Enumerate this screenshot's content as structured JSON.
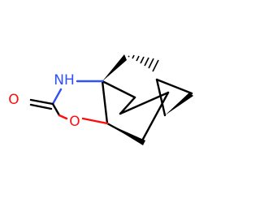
{
  "molecule": {
    "atoms": {
      "nh": {
        "text": "NH",
        "color": "#3050f8"
      },
      "o_ring": {
        "text": "O",
        "color": "#ff0d0d"
      },
      "o_carbonyl": {
        "text": "O",
        "color": "#ff0d0d"
      }
    },
    "colors": {
      "bond": "#000000",
      "oxygen": "#ff0d0d",
      "nitrogen": "#3050f8",
      "background": "#ffffff"
    }
  }
}
